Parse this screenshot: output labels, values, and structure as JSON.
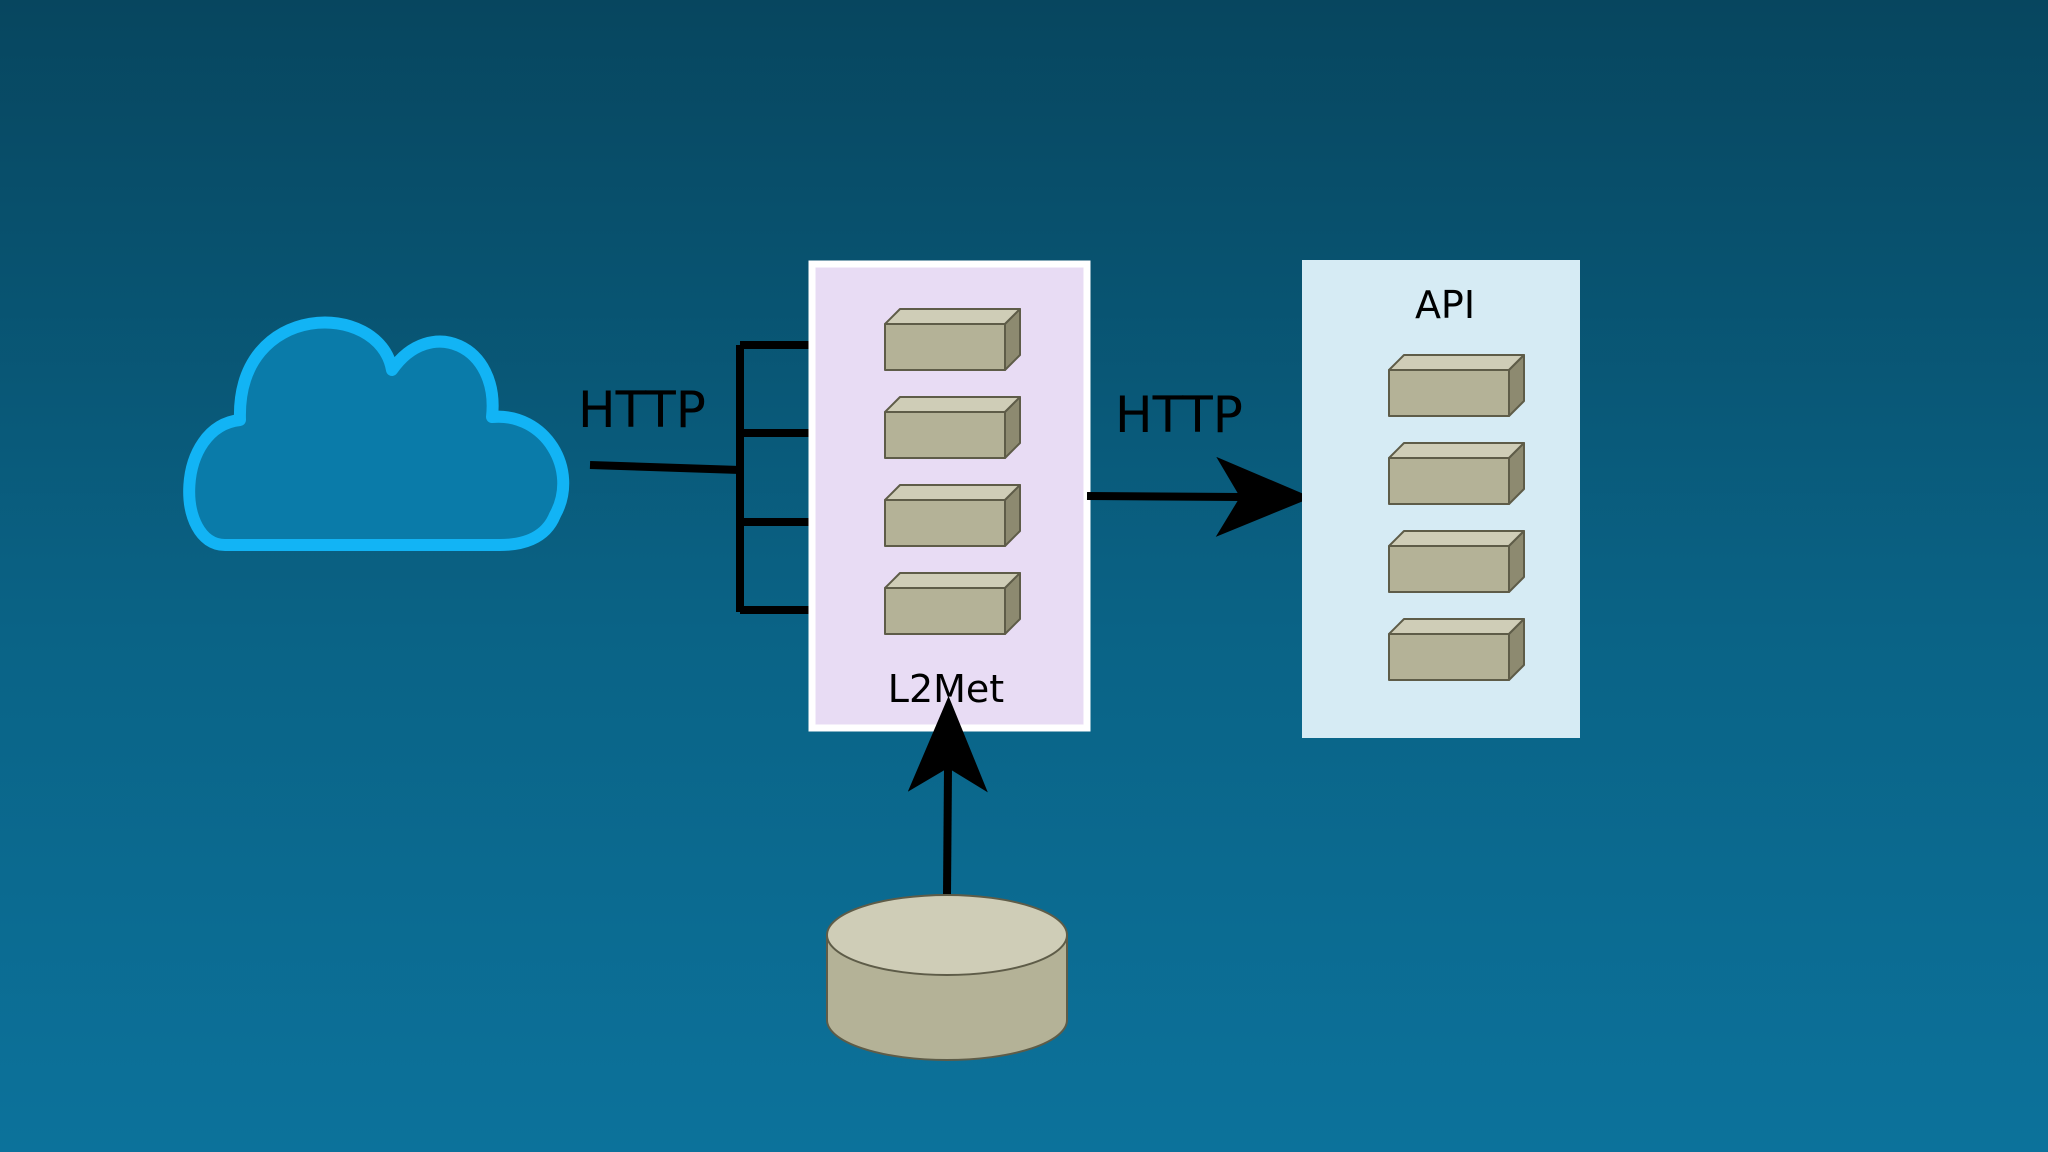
{
  "colors": {
    "background_top": "#07465f",
    "background_bottom": "#0c729b",
    "cloud_stroke": "#12b4f5",
    "cloud_fill": "#0a7ba9",
    "l2met_panel_fill": "#e8dcf4",
    "l2met_panel_border": "#ffffff",
    "api_panel_fill": "#d6ebf4",
    "box_front": "#b4b297",
    "box_top": "#cfcdb7",
    "box_side": "#8d8a70",
    "box_edge": "#5e5c48",
    "arrow": "#000000"
  },
  "labels": {
    "http_in": "HTTP",
    "http_out": "HTTP",
    "l2met": "L2Met",
    "api": "API"
  },
  "nodes": {
    "cloud": {
      "icon": "cloud-icon"
    },
    "l2met": {
      "box_count": 4
    },
    "api": {
      "box_count": 4
    },
    "database": {
      "icon": "database-cylinder-icon"
    }
  }
}
